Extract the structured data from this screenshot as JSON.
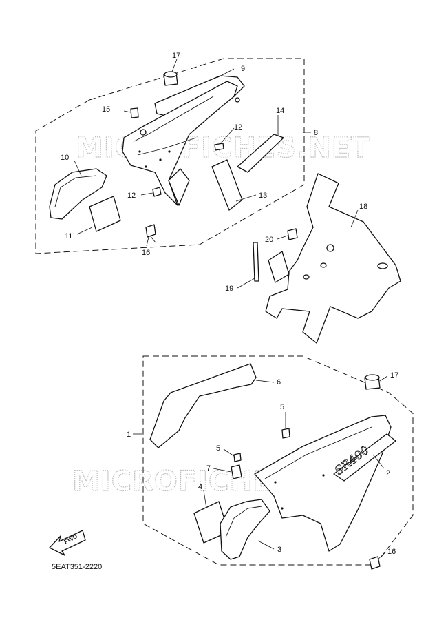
{
  "watermarks": [
    "MICROFICHES.NET",
    "MICROFICHES.NET"
  ],
  "diagram_code": "5EAT351-2220",
  "fwd_label": "FWD",
  "emblem_text": "SR400",
  "callouts": {
    "c1": "1",
    "c2": "2",
    "c3": "3",
    "c4": "4",
    "c5a": "5",
    "c5b": "5",
    "c6": "6",
    "c7": "7",
    "c8": "8",
    "c9": "9",
    "c10": "10",
    "c11": "11",
    "c12a": "12",
    "c12b": "12",
    "c13": "13",
    "c14": "14",
    "c15": "15",
    "c16a": "16",
    "c16b": "16",
    "c17a": "17",
    "c17b": "17",
    "c18": "18",
    "c19": "19",
    "c20": "20"
  }
}
